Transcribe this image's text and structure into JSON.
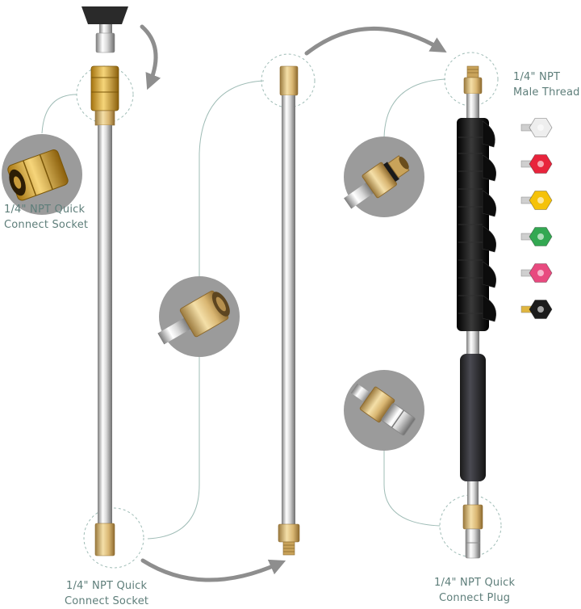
{
  "labels": {
    "top_left_socket": [
      "1/4\" NPT Quick",
      "Connect Socket"
    ],
    "bottom_socket": [
      "1/4\" NPT Quick",
      "Connect Socket"
    ],
    "male_thread": [
      "1/4\" NPT",
      "Male Thread"
    ],
    "plug": [
      "1/4\" NPT Quick",
      "Connect Plug"
    ]
  },
  "nozzle_tips": [
    {
      "color": "#eeeeee",
      "name": "white-tip"
    },
    {
      "color": "#e8243c",
      "name": "red-tip"
    },
    {
      "color": "#f5c20a",
      "name": "yellow-tip"
    },
    {
      "color": "#33a852",
      "name": "green-tip"
    },
    {
      "color": "#e84a7f",
      "name": "pink-tip"
    },
    {
      "color": "#1c1c1c",
      "name": "black-tip"
    }
  ],
  "colors": {
    "connector_line": "#9fbcb6",
    "arrow": "#8e8e8e",
    "callout_bg": "#9b9b9b",
    "brass": "#d2b27a",
    "steel": "#dcdcdc",
    "rubber": "#111111"
  }
}
